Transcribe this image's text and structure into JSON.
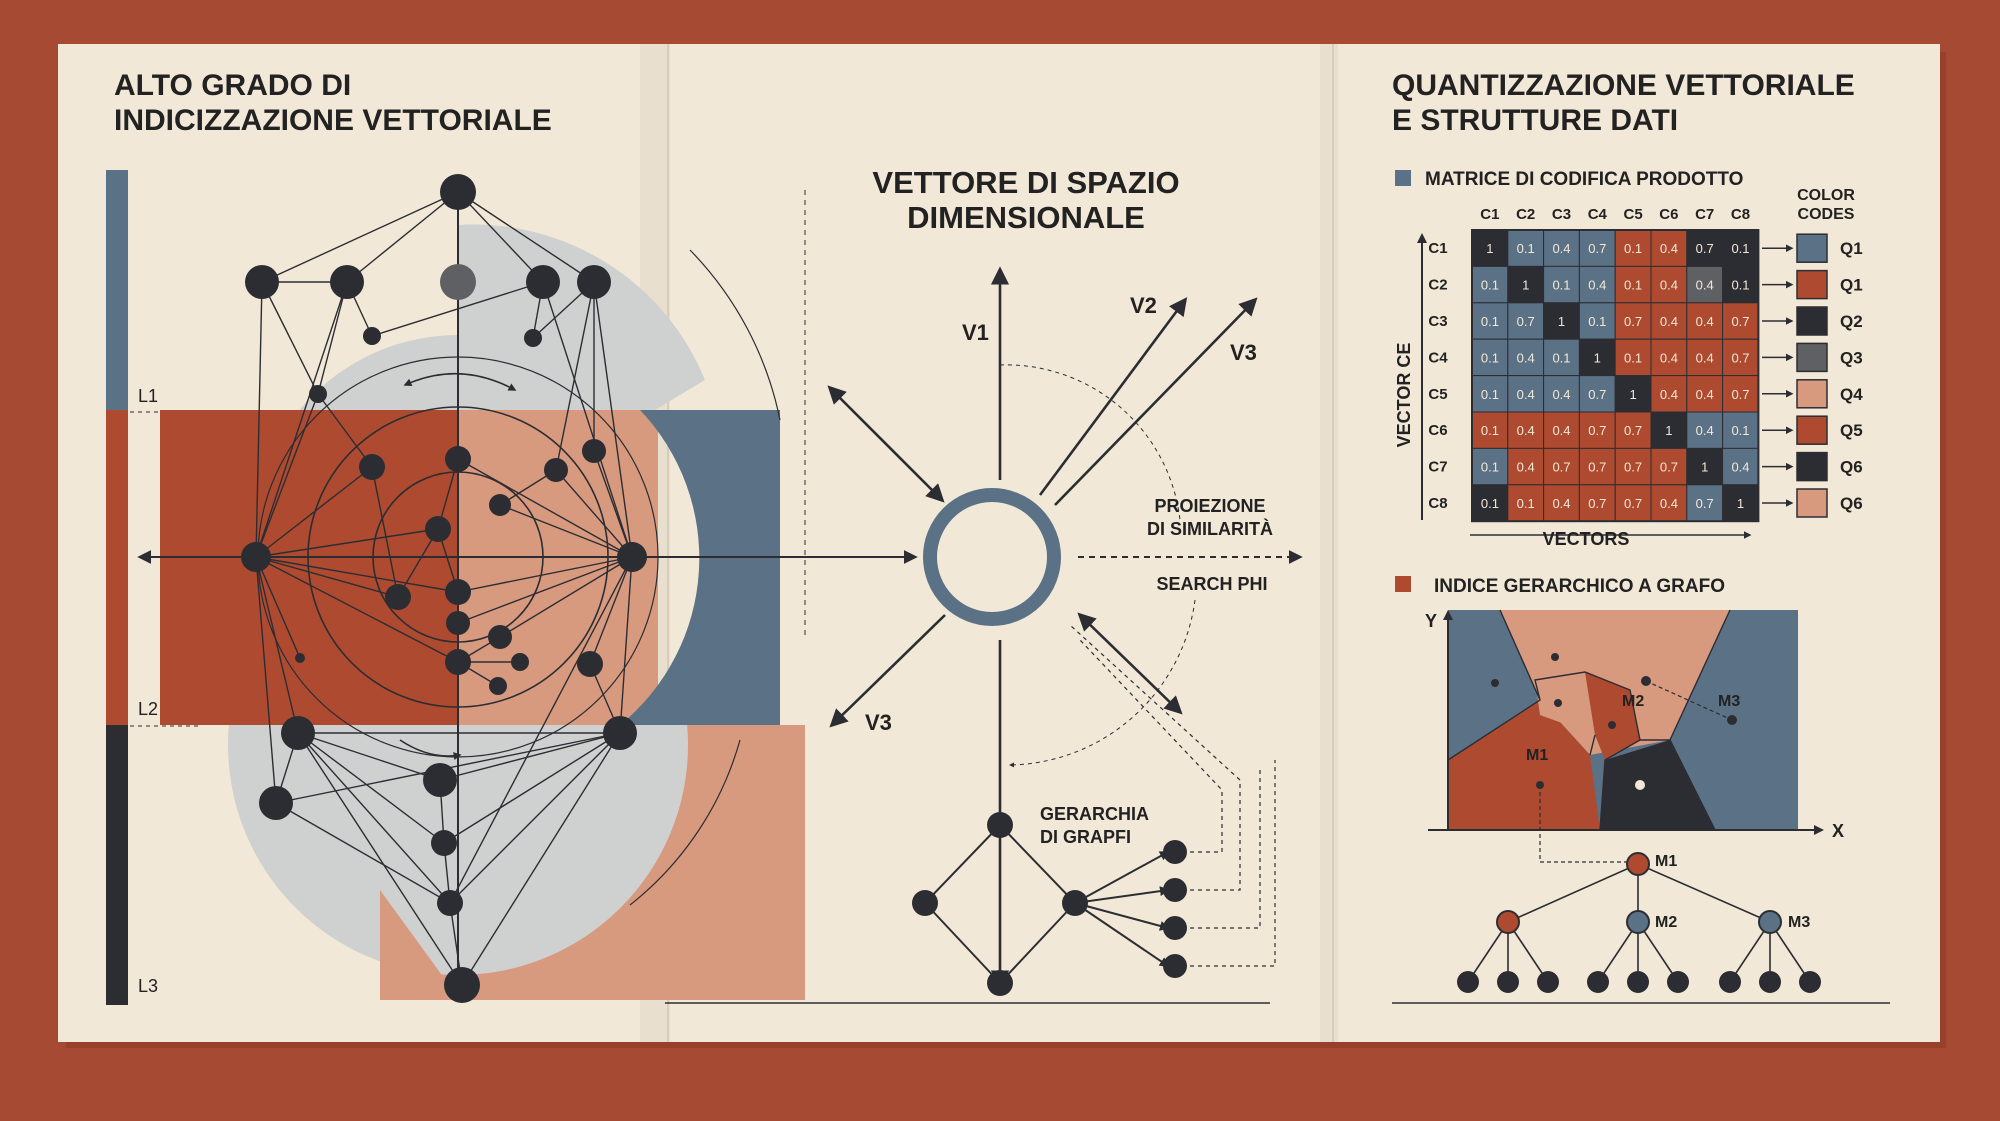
{
  "colors": {
    "background": "#a64a33",
    "paper": "#f2e8d7",
    "slate": "#5b7185",
    "rust": "#ad4a30",
    "salmon": "#d79a7f",
    "lightgray": "#cfd1d0",
    "dark": "#2c2d33",
    "midgray": "#5f6064"
  },
  "left": {
    "title_line1": "ALTO GRADO DI",
    "title_line2": "INDICIZZAZIONE VETTORIALE",
    "levels": [
      "L1",
      "L2",
      "L3"
    ]
  },
  "middle": {
    "title_line1": "VETTORE DI SPAZIO",
    "title_line2": "DIMENSIONALE",
    "v1": "V1",
    "v2": "V2",
    "v3": "V3",
    "v3_lower": "V3",
    "projection_line1": "PROIEZIONE",
    "projection_line2": "DI SIMILARITÀ",
    "search": "SEARCH PHI",
    "hierarchy_line1": "GERARCHIA",
    "hierarchy_line2": "DI GRAPFI"
  },
  "right": {
    "title_line1": "QUANTIZZAZIONE VETTORIALE",
    "title_line2": "E STRUTTURE DATI",
    "matrix_heading": "MATRICE DI CODIFICA PRODOTTO",
    "column_headers": [
      "C1",
      "C2",
      "C3",
      "C4",
      "C5",
      "C6",
      "C7",
      "C8"
    ],
    "row_headers": [
      "C1",
      "C2",
      "C3",
      "C4",
      "C5",
      "C6",
      "C7",
      "C8"
    ],
    "y_axis_label": "VECTOR CE",
    "x_axis_label": "VECTORS",
    "color_codes_line1": "COLOR",
    "color_codes_line2": "CODES",
    "codes": [
      {
        "label": "Q1",
        "color": "#5b7185"
      },
      {
        "label": "Q1",
        "color": "#ad4a30"
      },
      {
        "label": "Q2",
        "color": "#2c2d33"
      },
      {
        "label": "Q3",
        "color": "#5f6064"
      },
      {
        "label": "Q4",
        "color": "#d79a7f"
      },
      {
        "label": "Q5",
        "color": "#ad4a30"
      },
      {
        "label": "Q6",
        "color": "#2c2d33"
      },
      {
        "label": "Q6",
        "color": "#d79a7f"
      }
    ],
    "cells": [
      [
        "1",
        "0.1",
        "0.4",
        "0.7",
        "0.1",
        "0.4",
        "0.7",
        "0.1"
      ],
      [
        "0.1",
        "1",
        "0.1",
        "0.4",
        "0.1",
        "0.4",
        "0.4",
        "0.1"
      ],
      [
        "0.1",
        "0.7",
        "1",
        "0.1",
        "0.7",
        "0.4",
        "0.4",
        "0.7"
      ],
      [
        "0.1",
        "0.4",
        "0.1",
        "1",
        "0.1",
        "0.4",
        "0.4",
        "0.7"
      ],
      [
        "0.1",
        "0.4",
        "0.4",
        "0.7",
        "1",
        "0.4",
        "0.4",
        "0.7"
      ],
      [
        "0.1",
        "0.4",
        "0.4",
        "0.7",
        "0.7",
        "1",
        "0.4",
        "0.1"
      ],
      [
        "0.1",
        "0.4",
        "0.7",
        "0.7",
        "0.7",
        "0.7",
        "1",
        "0.4"
      ],
      [
        "0.1",
        "0.1",
        "0.4",
        "0.7",
        "0.7",
        "0.4",
        "0.7",
        "1"
      ]
    ],
    "cell_colors": [
      [
        "dark",
        "slate",
        "slate",
        "slate",
        "rust",
        "rust",
        "dark",
        "dark"
      ],
      [
        "slate",
        "dark",
        "slate",
        "slate",
        "rust",
        "rust",
        "midgray",
        "dark"
      ],
      [
        "slate",
        "slate",
        "dark",
        "slate",
        "rust",
        "rust",
        "rust",
        "rust"
      ],
      [
        "slate",
        "slate",
        "slate",
        "dark",
        "rust",
        "rust",
        "rust",
        "rust"
      ],
      [
        "slate",
        "slate",
        "slate",
        "slate",
        "dark",
        "rust",
        "rust",
        "rust"
      ],
      [
        "rust",
        "rust",
        "rust",
        "rust",
        "rust",
        "dark",
        "slate",
        "slate"
      ],
      [
        "slate",
        "rust",
        "rust",
        "rust",
        "rust",
        "rust",
        "dark",
        "slate"
      ],
      [
        "dark",
        "rust",
        "rust",
        "rust",
        "rust",
        "rust",
        "slate",
        "dark"
      ]
    ],
    "graph_heading": "INDICE GERARCHICO A GRAFO",
    "axis_y": "Y",
    "axis_x": "X",
    "m1": "M1",
    "m2": "M2",
    "m3": "M3",
    "tree_m1": "M1",
    "tree_m2": "M2",
    "tree_m3": "M3"
  }
}
